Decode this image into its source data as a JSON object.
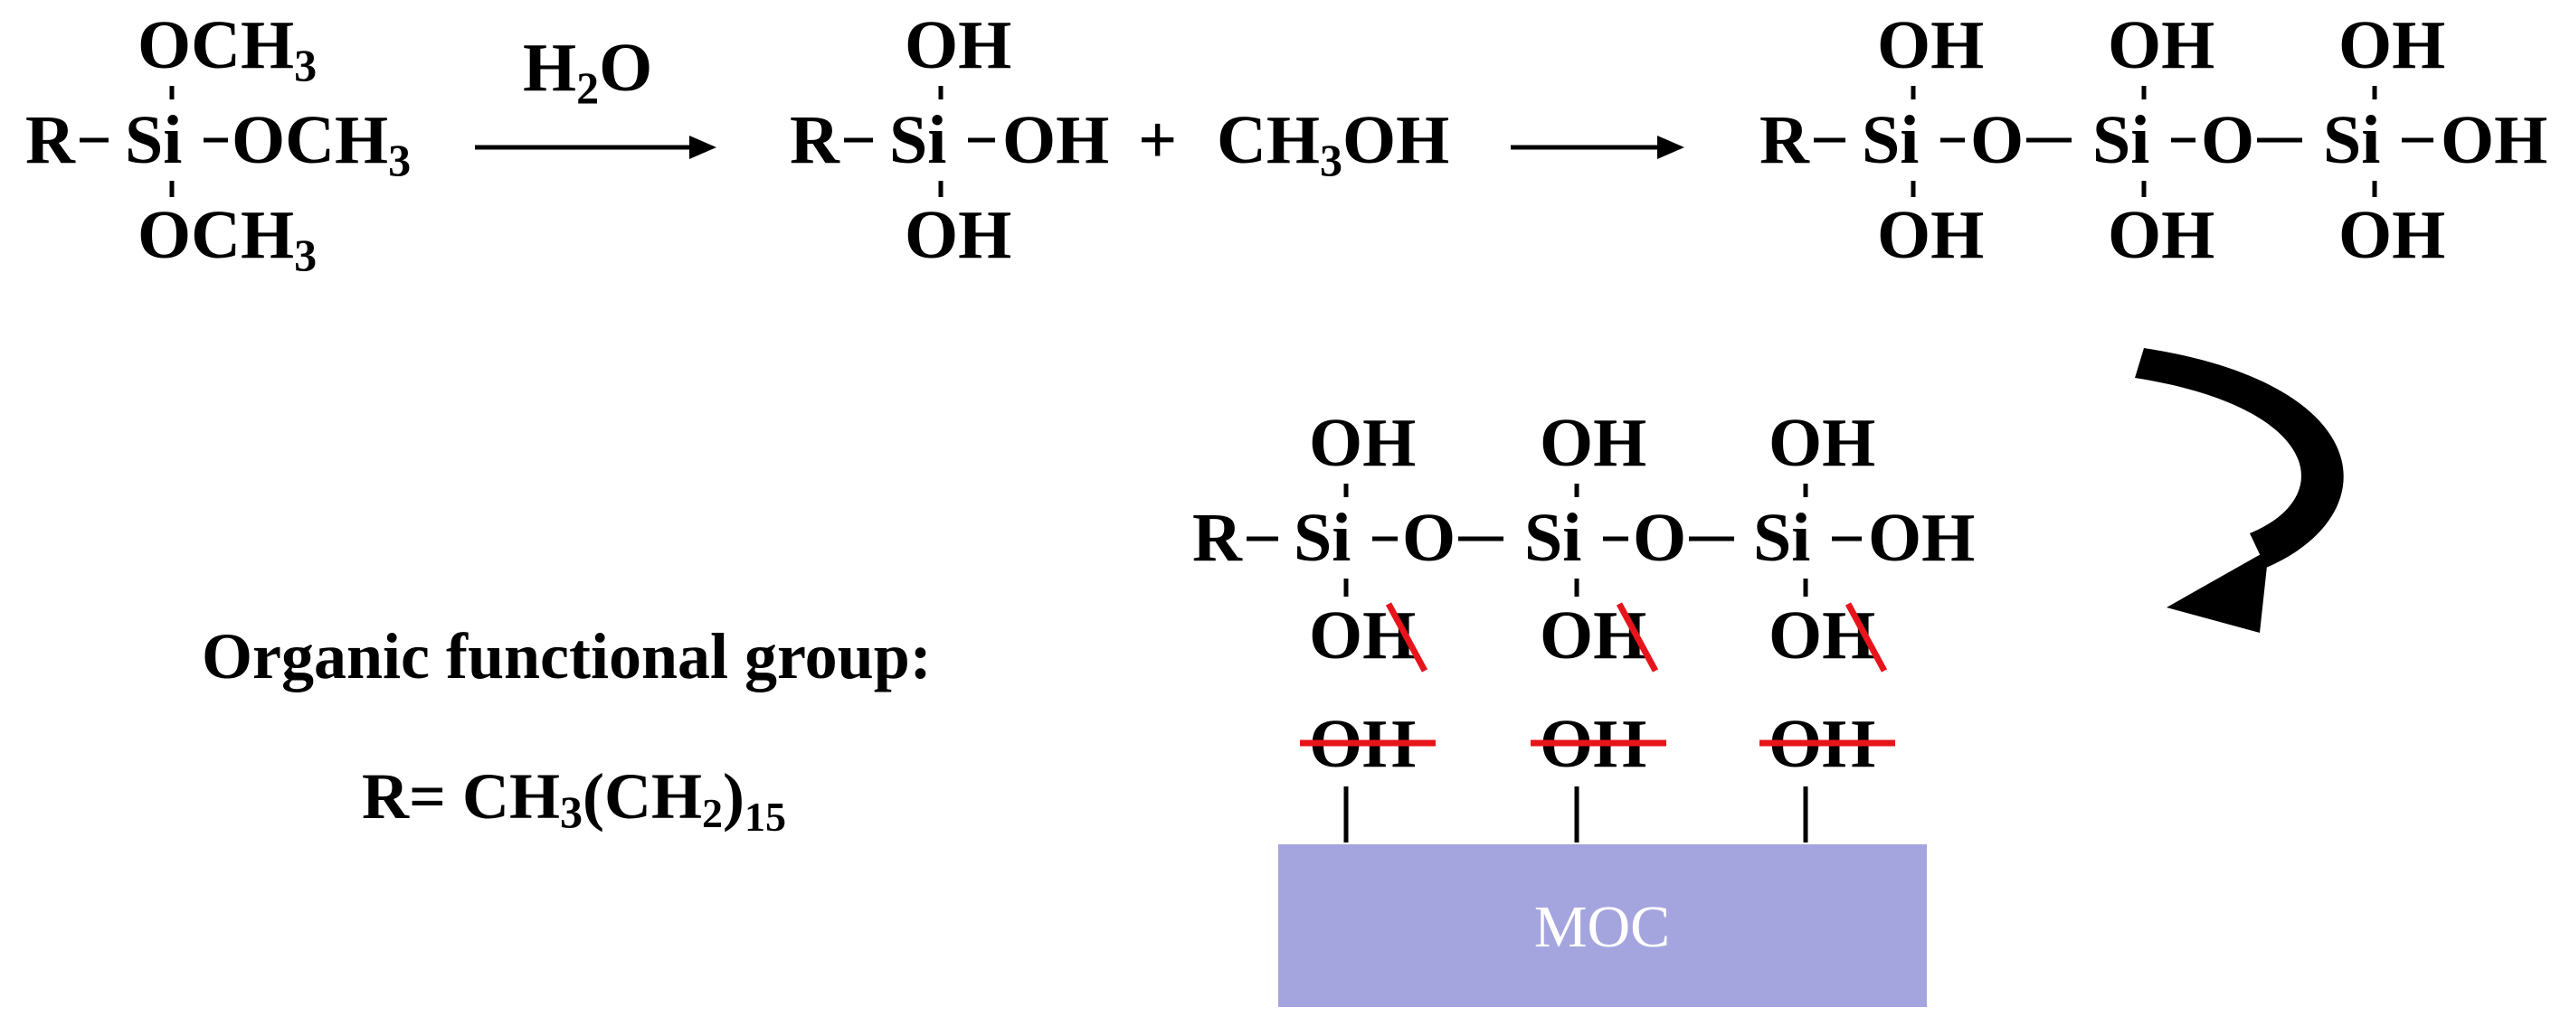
{
  "reagent": {
    "r": "R",
    "si": "Si",
    "och3_top": "OCH",
    "och3_mid": "OCH",
    "och3_bot": "OCH",
    "sub3": "3"
  },
  "water": {
    "h": "H",
    "sub2": "2",
    "o": "O"
  },
  "silanol": {
    "r": "R",
    "si": "Si",
    "oh_top": "OH",
    "oh_right": "OH",
    "oh_bot": "OH"
  },
  "plus": "+",
  "methanol": {
    "ch": "CH",
    "sub3": "3",
    "oh": "OH"
  },
  "oligomer": {
    "r": "R",
    "si": "Si",
    "o": "O",
    "oh": "OH"
  },
  "labels": {
    "organic_group": "Organic functional group:",
    "r_eq": "R= CH",
    "r_sub3": "3",
    "r_ch2": "(CH",
    "r_sub2": "2",
    "r_close": ")",
    "r_sub15": "15",
    "moc": "MOC"
  },
  "colors": {
    "strike": "#e8141b",
    "moc_fill": "#a4a5df",
    "text": "#000000",
    "arrow": "#000000"
  }
}
